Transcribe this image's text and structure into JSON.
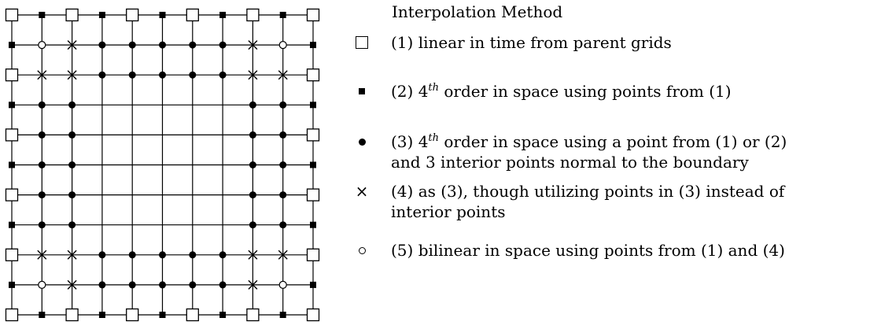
{
  "legend": {
    "title": "Interpolation Method",
    "items": [
      {
        "symbol": "open-square",
        "lines": [
          [
            {
              "t": "(1) linear in time from parent grids"
            }
          ]
        ]
      },
      {
        "symbol": "filled-square",
        "lines": [
          [
            {
              "t": "(2) 4"
            },
            {
              "sup": "th"
            },
            {
              "t": " order in space using points from (1)"
            }
          ]
        ]
      },
      {
        "symbol": "filled-circle",
        "lines": [
          [
            {
              "t": "(3) 4"
            },
            {
              "sup": "th"
            },
            {
              "t": " order in space using a point from (1) or (2)"
            }
          ],
          [
            {
              "t": "and 3 interior points normal to the boundary"
            }
          ]
        ]
      },
      {
        "symbol": "cross",
        "lines": [
          [
            {
              "t": "(4) as (3), though utilizing points in (3) instead of"
            }
          ],
          [
            {
              "t": "interior points"
            }
          ]
        ]
      },
      {
        "symbol": "open-circle",
        "lines": [
          [
            {
              "t": "(5) bilinear in space using points from (1) and (4)"
            }
          ]
        ]
      }
    ]
  },
  "grid": {
    "size": 11,
    "legend_key": {
      "S": "open-square",
      "F": "filled-square",
      "C": "filled-circle",
      "X": "cross",
      "O": "open-circle",
      ".": "none"
    },
    "rows": [
      "SFSFSFSFSFS",
      "FOXCCCCCXOF",
      "SXXCCCCCXXS",
      "FCC.....CCF",
      "SCC.....CCS",
      "FCC.....CCF",
      "SCC.....CCS",
      "FCC.....CCF",
      "SXXCCCCCXXS",
      "FOXCCCCCXOF",
      "SFSFSFSFSFS"
    ]
  }
}
